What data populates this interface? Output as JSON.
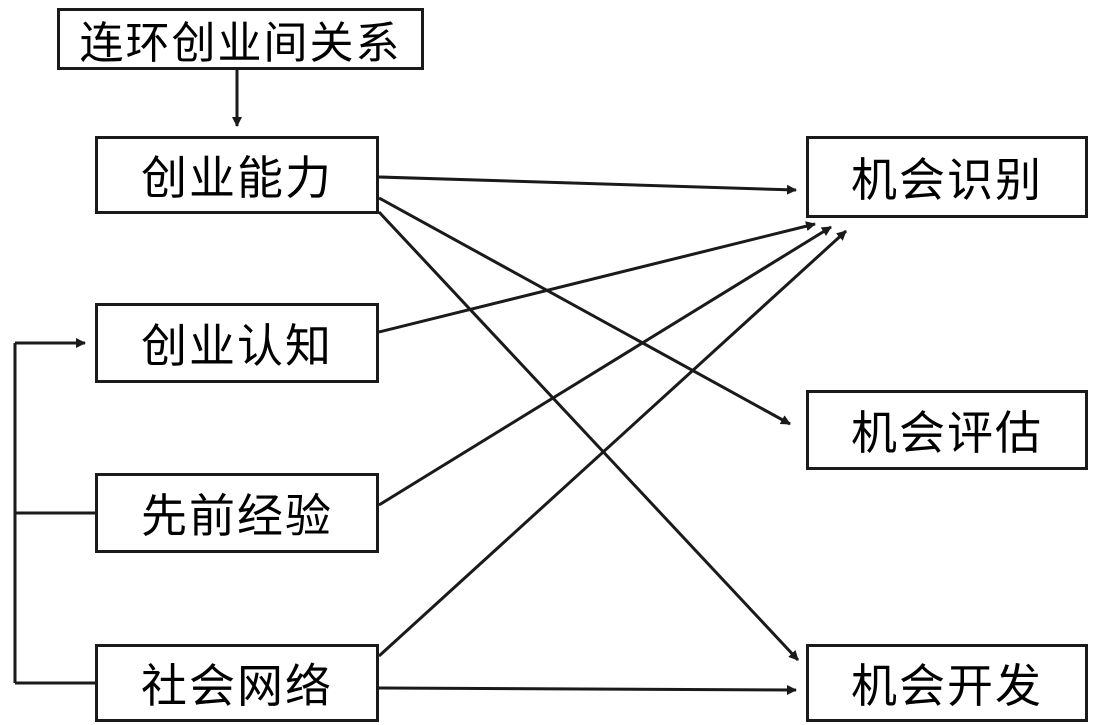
{
  "diagram": {
    "type": "flowchart",
    "language": "zh",
    "nodes": {
      "serial": {
        "label": "连环创业间关系"
      },
      "ability": {
        "label": "创业能力"
      },
      "cognition": {
        "label": "创业认知"
      },
      "experience": {
        "label": "先前经验"
      },
      "network": {
        "label": "社会网络"
      },
      "recognition": {
        "label": "机会识别"
      },
      "evaluation": {
        "label": "机会评估"
      },
      "development": {
        "label": "机会开发"
      }
    },
    "edges": [
      {
        "from": "连环创业间关系",
        "to": "创业能力"
      },
      {
        "from": "先前经验",
        "to": "创业认知"
      },
      {
        "from": "社会网络",
        "to": "创业认知"
      },
      {
        "from": "创业能力",
        "to": "机会识别"
      },
      {
        "from": "创业能力",
        "to": "机会评估"
      },
      {
        "from": "创业能力",
        "to": "机会开发"
      },
      {
        "from": "创业认知",
        "to": "机会识别"
      },
      {
        "from": "先前经验",
        "to": "机会识别"
      },
      {
        "from": "社会网络",
        "to": "机会识别"
      },
      {
        "from": "社会网络",
        "to": "机会开发"
      }
    ],
    "colors": {
      "background": "#ffffff",
      "line": "#1a1a1a",
      "box_border": "#1a1a1a",
      "text": "#000000"
    }
  }
}
